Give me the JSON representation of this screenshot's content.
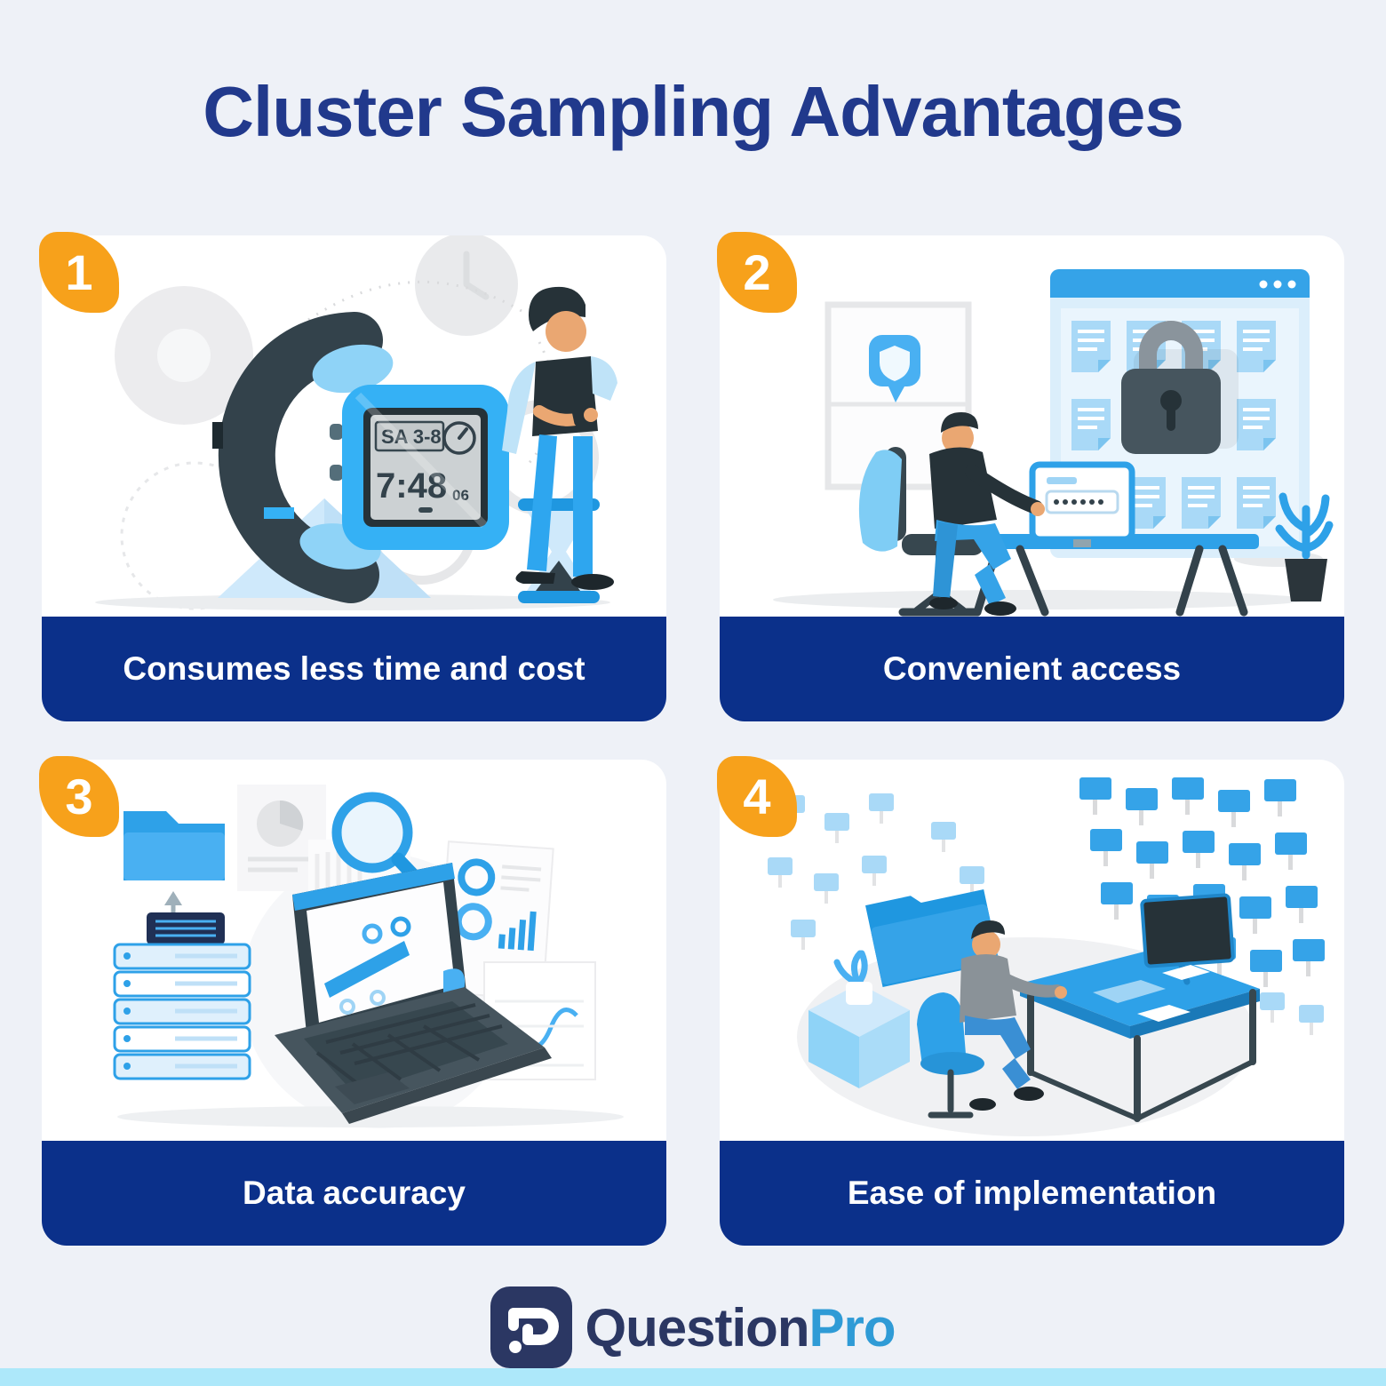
{
  "page": {
    "title": "Cluster Sampling Advantages",
    "background_color": "#eef1f7",
    "bottom_strip_color": "#ade8fa"
  },
  "cards": [
    {
      "number": "1",
      "label": "Consumes less time and cost",
      "illustration": "man-checking-wristwatch-hourglass",
      "watch_display": {
        "date": "SA 3-8",
        "time": "7:48",
        "seconds": "06"
      }
    },
    {
      "number": "2",
      "label": "Convenient access",
      "illustration": "man-at-desk-password-lock-documents"
    },
    {
      "number": "3",
      "label": "Data accuracy",
      "illustration": "laptop-analytics-servers-magnifier"
    },
    {
      "number": "4",
      "label": "Ease of implementation",
      "illustration": "workstation-screen-wall"
    }
  ],
  "style": {
    "caption_bar_color": "#0b308a",
    "badge_color": "#f7a11b",
    "title_color": "#21398c",
    "card_color": "#ffffff",
    "illustration_primary_blue": "#2ea1e8"
  },
  "footer": {
    "brand_first": "Question",
    "brand_second": "Pro",
    "icon": "questionpro-p-question-mark-icon",
    "icon_bg": "#2b3763",
    "pro_color": "#2f9bd6"
  }
}
